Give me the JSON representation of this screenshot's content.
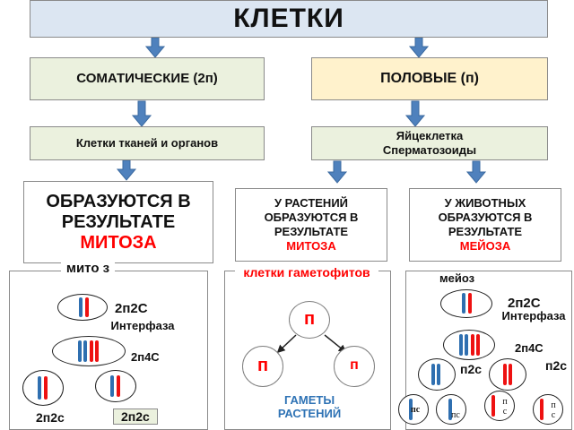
{
  "title": "КЛЕТКИ",
  "somatic": "СОМАТИЧЕСКИЕ (2п)",
  "sex": "ПОЛОВЫЕ (п)",
  "tissue_cells": "Клетки тканей и органов",
  "gametes": "Яйцеклетка Сперматозоиды",
  "formed_label": "ОБРАЗУЮТСЯ В РЕЗУЛЬТАТЕ",
  "formed_value": "МИТОЗА",
  "plants_label": "У РАСТЕНИЙ ОБРАЗУЮТСЯ В РЕЗУЛЬТАТЕ",
  "plants_value": "МИТОЗА",
  "animals_label": "У ЖИВОТНЫХ ОБРАЗУЮТСЯ В РЕЗУЛЬТАТЕ",
  "animals_value": "МЕЙОЗА",
  "mitosis_panel": {
    "title": "мито з",
    "top_formula": "2п2С",
    "interphase": "Интерфаза",
    "interphase_formula": "2п4С",
    "left_formula": "2п2с",
    "right_formula": "2п2с"
  },
  "gametophyte_panel": {
    "title": "клетки гаметофитов",
    "top": "п",
    "left": "п",
    "right": "п",
    "caption": "ГАМЕТЫ РАСТЕНИЙ"
  },
  "meiosis_panel": {
    "title": "мейоз",
    "top_formula": "2п2С",
    "interphase": "Интерфаза",
    "interphase_formula": "2п4С",
    "left_formula": "п2с",
    "right_formula": "п2с",
    "g1": "пс",
    "g2": "пс",
    "g3": "п с",
    "g4": "п с"
  },
  "colors": {
    "green_box": "#ebf1de",
    "yellow_box": "#fff2cc",
    "blue_box": "#dce6f2",
    "arrow": "#4f81bd",
    "accent_red": "#ff0000"
  }
}
